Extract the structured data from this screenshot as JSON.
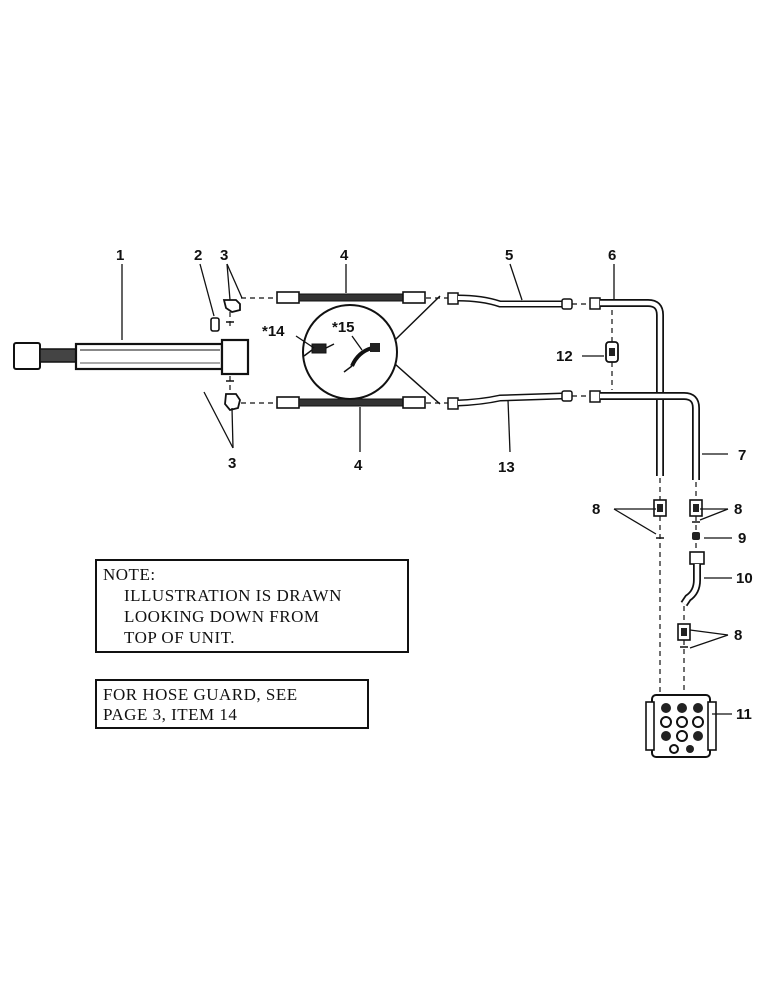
{
  "callouts": {
    "c1": "1",
    "c2": "2",
    "c3_top": "3",
    "c3_bottom": "3",
    "c4_top": "4",
    "c4_bottom": "4",
    "c5": "5",
    "c6": "6",
    "c7": "7",
    "c8_left": "8",
    "c8_right": "8",
    "c8_lower": "8",
    "c9": "9",
    "c10": "10",
    "c11": "11",
    "c12": "12",
    "c13": "13",
    "c14": "*14",
    "c15": "*15"
  },
  "note": {
    "line1": "NOTE:",
    "line2": "ILLUSTRATION IS DRAWN",
    "line3": "LOOKING DOWN FROM",
    "line4": "TOP OF UNIT."
  },
  "hose_guard_note": {
    "line1": "FOR HOSE GUARD, SEE",
    "line2": "PAGE 3, ITEM 14"
  }
}
